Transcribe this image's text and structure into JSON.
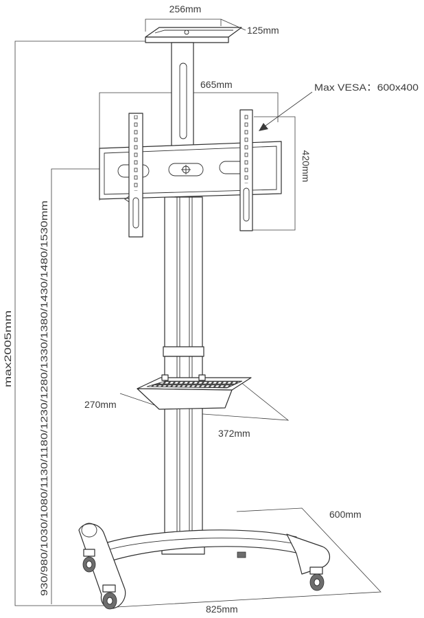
{
  "labels": {
    "top_width": "256mm",
    "top_depth": "125mm",
    "frame_width": "665mm",
    "vesa": "Max VESA：600x400",
    "frame_height": "420mm",
    "max_height": "max2005mm",
    "height_steps": "930/980/1030/1080/1130/1180/1230/1280/1330/1380/1430/1480/1530mm",
    "shelf_depth": "270mm",
    "shelf_width": "372mm",
    "base_depth": "600mm",
    "base_width": "825mm"
  },
  "colors": {
    "line": "#3a3a3a",
    "background": "#ffffff"
  }
}
